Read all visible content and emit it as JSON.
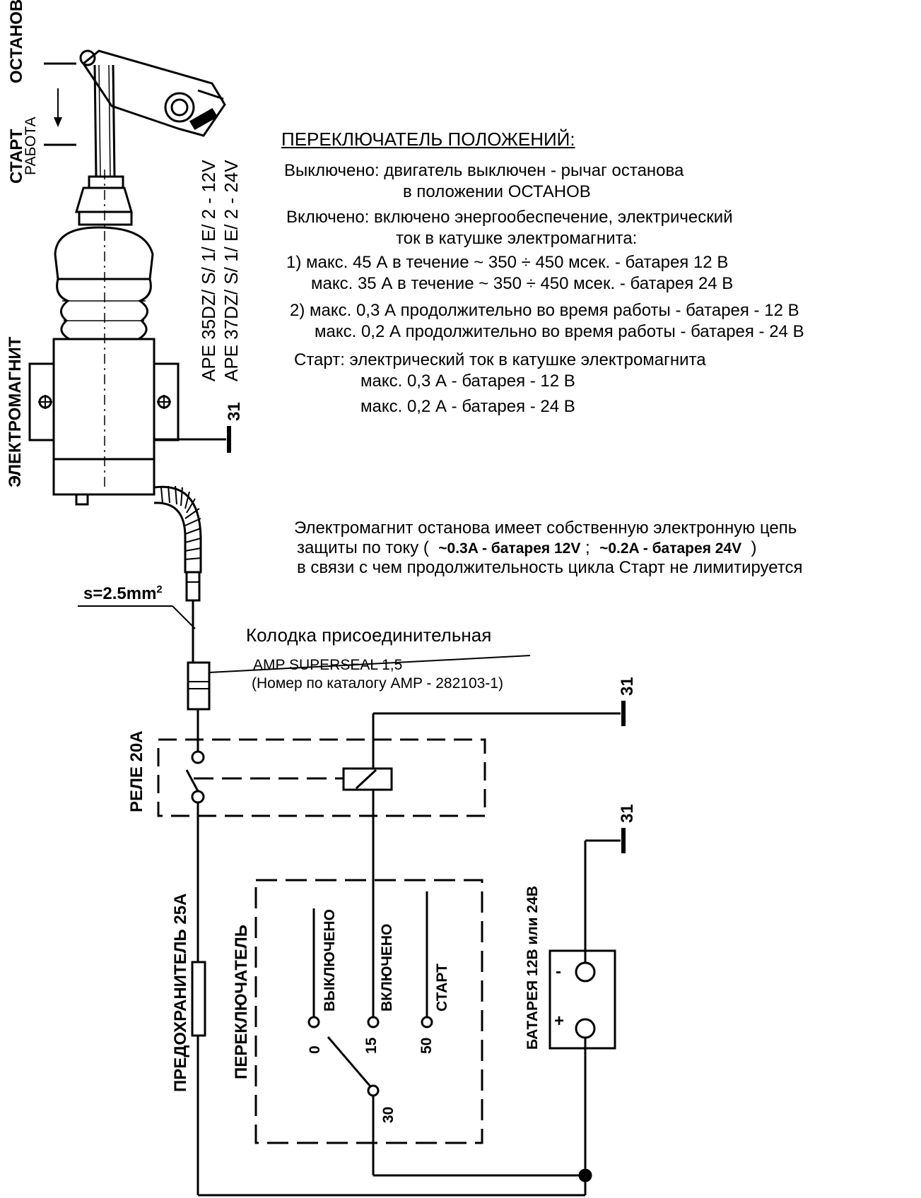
{
  "solenoid": {
    "stop_label": "ОСТАНОВ",
    "start_label": "СТАРТ",
    "work_label": "РАБОТА",
    "electromagnet_label": "ЭЛЕКТРОМАГНИТ",
    "model_12v": "APE 35DZ/ S/ 1/ E/ 2 - 12V",
    "model_24v": "APE 37DZ/ S/ 1/ E/ 2 - 24V",
    "ground_31": "31",
    "wire_section_prefix": "s=2.5mm",
    "wire_section_sup": "2"
  },
  "positions": {
    "heading": "ПЕРЕКЛЮЧАТЕЛЬ ПОЛОЖЕНИЙ:",
    "off_line1": "Выключено: двигатель выключен - рычаг останова",
    "off_line2": "в положении ОСТАНОВ",
    "on_line1": "Включено: включено энергообеспечение, электрический",
    "on_line2": "ток в катушке электромагнита:",
    "on_item1a": "1) макс. 45 А в течение ~ 350 ÷ 450 мсек. - батарея 12 В",
    "on_item1b": "макс. 35 А в течение ~ 350 ÷ 450 мсек. - батарея  24 В",
    "on_item2a": "2) макс. 0,3 А продолжительно во время работы - батарея - 12 В",
    "on_item2b": "макс. 0,2 А продолжительно во время работы - батарея - 24 В",
    "start_line1": "Старт: электрический ток в катушке электромагнита",
    "start_line2": "макс. 0,3 А - батарея - 12 В",
    "start_line3": "макс. 0,2 А - батарея - 24 В"
  },
  "protection": {
    "line1": "Электромагнит останова имеет собственную электронную цепь",
    "line2_a": "защиты по току (",
    "line2_b": "~0.3A - батарея 12V",
    "line2_c": ";",
    "line2_d": "~0.2A - батарея 24V",
    "line2_e": ")",
    "line3": "в связи с чем продолжительность цикла Старт не лимитируется"
  },
  "connector": {
    "title": "Колодка присоединительная",
    "model": "AMP SUPERSEAL 1,5",
    "catalog": "(Номер по каталогу AMP - 282103-1)"
  },
  "relay": {
    "label": "РЕЛЕ  20А",
    "ground_31": "31"
  },
  "battery": {
    "label": "БАТАРЕЯ 12В или 24В",
    "minus": "-",
    "plus": "+",
    "ground_31": "31"
  },
  "fuse": {
    "label": "ПРЕДОХРАНИТЕЛЬ 25А"
  },
  "switch": {
    "label": "ПЕРЕКЛЮЧАТЕЛЬ",
    "off_label": "ВЫКЛЮЧЕНО",
    "on_label": "ВКЛЮЧЕНО",
    "start_label": "СТАРТ",
    "terminal_0": "0",
    "terminal_15": "15",
    "terminal_50": "50",
    "terminal_30": "30"
  }
}
